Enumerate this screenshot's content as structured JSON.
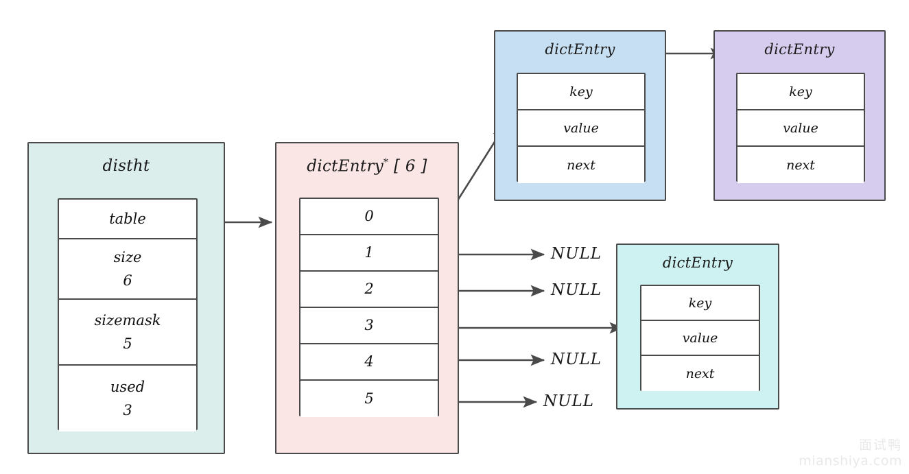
{
  "diagram": {
    "title": "Redis dict hash table (dictht) structure",
    "background": "#ffffff",
    "stroke_color": "#4a4a4a"
  },
  "distht": {
    "label": "distht",
    "fill": "#dbeeec",
    "fields": [
      {
        "name": "table",
        "value": ""
      },
      {
        "name": "size",
        "value": "6"
      },
      {
        "name": "sizemask",
        "value": "5"
      },
      {
        "name": "used",
        "value": "3"
      }
    ]
  },
  "array": {
    "label": "dictEntry",
    "pointer_mark": "*",
    "bracket": "[ 6 ]",
    "fill": "#fae6e5",
    "slots": [
      {
        "index": "0"
      },
      {
        "index": "1"
      },
      {
        "index": "2"
      },
      {
        "index": "3"
      },
      {
        "index": "4"
      },
      {
        "index": "5"
      }
    ]
  },
  "entries": [
    {
      "id": "entry-a",
      "label": "dictEntry",
      "fill": "#c7dff2",
      "fields": [
        "key",
        "value",
        "next"
      ]
    },
    {
      "id": "entry-b",
      "label": "dictEntry",
      "fill": "#d6cdee",
      "fields": [
        "key",
        "value",
        "next"
      ]
    },
    {
      "id": "entry-c",
      "label": "dictEntry",
      "fill": "#cdf2f1",
      "fields": [
        "key",
        "value",
        "next"
      ]
    }
  ],
  "null_labels": [
    {
      "text": "NULL",
      "from_slot": "1"
    },
    {
      "text": "NULL",
      "from_slot": "2"
    },
    {
      "text": "NULL",
      "from_slot": "4"
    },
    {
      "text": "NULL",
      "from_slot": "5"
    }
  ],
  "connections": [
    {
      "from": "distht.table",
      "to": "array"
    },
    {
      "from": "array.slot.0",
      "to": "entry-a"
    },
    {
      "from": "entry-a",
      "to": "entry-b"
    },
    {
      "from": "array.slot.1",
      "to": "null-1"
    },
    {
      "from": "array.slot.2",
      "to": "null-2"
    },
    {
      "from": "array.slot.3",
      "to": "entry-c"
    },
    {
      "from": "array.slot.4",
      "to": "null-3"
    },
    {
      "from": "array.slot.5",
      "to": "null-4"
    }
  ],
  "watermark": {
    "cn": "面试鸭",
    "url": "mianshiya.com"
  }
}
